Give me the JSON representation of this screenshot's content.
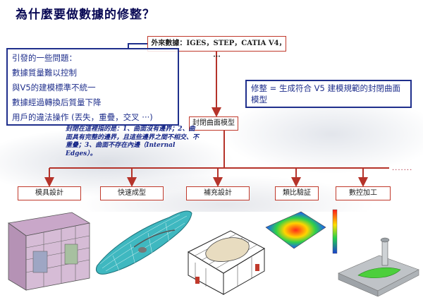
{
  "title": "為什麼要做數據的修整？",
  "external_data": "外來數據：IGES，STEP，CATIA V4，···",
  "problems": {
    "heading": "引發的一些問題：",
    "items": [
      "數據質量難以控制",
      "與V5的建模標準不統一",
      "數據經過轉換后質量下降",
      "用戶的違法操作 (丟失，重疊，交叉 ···)"
    ]
  },
  "definition": "修整 = 生成符合 V5 建模規範的封閉曲面模型",
  "closed_model": "封閉曲面模型",
  "closed_note": "封閉在這裡指的是：1、曲面沒有邊界；2、曲面具有完整的邊界，且這些邊界之間不相交、不重疊；3、曲面不存在內邊（Internal Edges）。",
  "categories": [
    "模具設計",
    "快速成型",
    "補充設計",
    "類比驗証",
    "數控加工"
  ],
  "more": "·······",
  "colors": {
    "navy": "#1f2f8c",
    "red_border": "#c0392b",
    "arrow": "#b5332a"
  }
}
